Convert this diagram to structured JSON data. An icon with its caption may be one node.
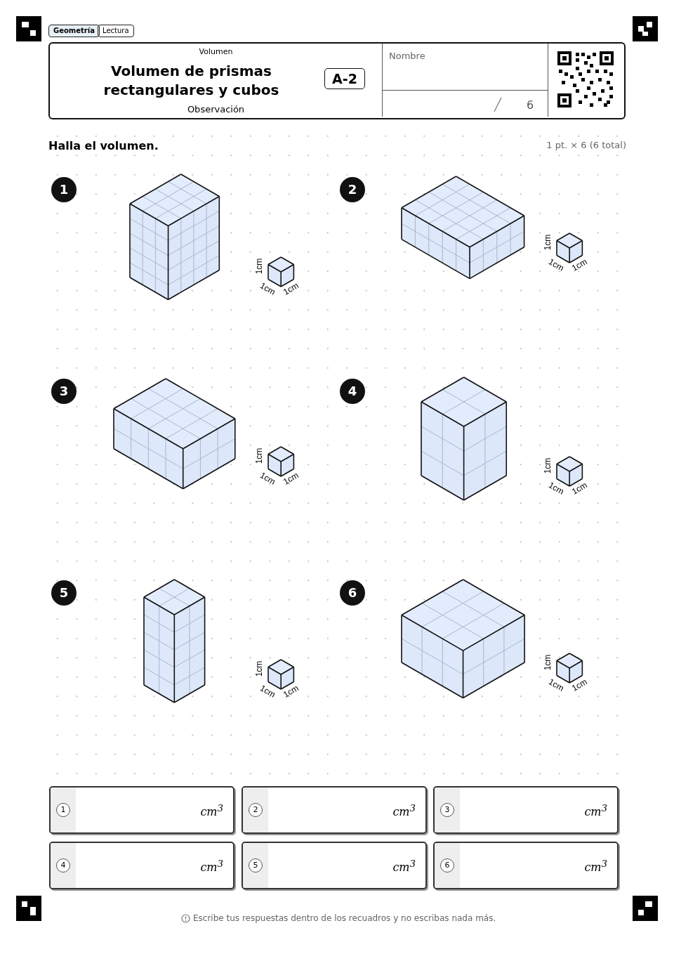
{
  "diagram": {
    "title": "Volumen de prismas rectangulares y cubos",
    "labels": [
      "Geometría",
      "Lectura",
      "Volumen",
      "A-2",
      "Observación",
      "Nombre",
      "6",
      "Halla el volumen.",
      "1 pt. × 6 (6 total)",
      "1",
      "1cm",
      "1cm",
      "1cm",
      "2",
      "1cm",
      "1cm",
      "1cm",
      "3",
      "1cm",
      "1cm",
      "1cm",
      "4",
      "1cm",
      "1cm",
      "1cm",
      "5",
      "1cm",
      "1cm",
      "1cm",
      "6",
      "1cm",
      "1cm",
      "1cm",
      "1",
      "cm$^{3}$",
      "2",
      "cm$^{3}$",
      "3",
      "cm$^{3}$",
      "4",
      "cm$^{3}$",
      "5",
      "cm$^{3}$",
      "6",
      "cm$^{3}$",
      "Escribe tus respuestas dentro de los recuadros y no escribas nada más."
    ]
  }
}
